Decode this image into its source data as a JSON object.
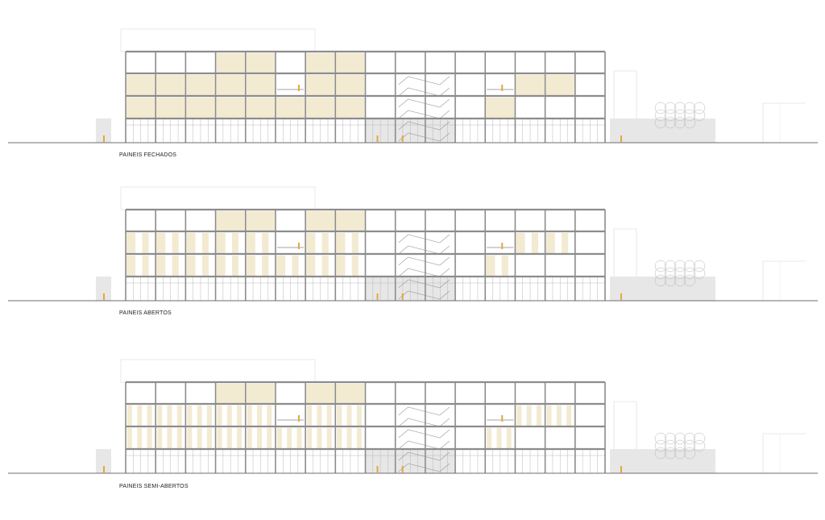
{
  "elevations": [
    {
      "label": "PAINEIS FECHADOS",
      "mode": "closed"
    },
    {
      "label": "PAINEIS ABERTOS",
      "mode": "open"
    },
    {
      "label": "PAINEIS SEMI-ABERTOS",
      "mode": "semi"
    }
  ],
  "building": {
    "bays": 16,
    "floors": 4
  },
  "colors": {
    "panel": "#f3ead2",
    "frame": "#8c8c8c",
    "line": "#b8b8b8",
    "ground": "#6e6e6e",
    "glass": "#e7e7e7",
    "figure": "#e0a93a"
  }
}
